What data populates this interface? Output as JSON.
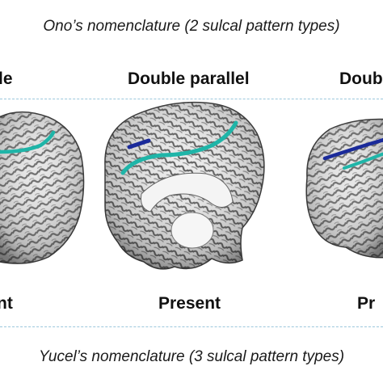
{
  "captions": {
    "top": "Ono’s nomenclature (2 sulcal pattern types)",
    "bottom": "Yucel’s nomenclature (3 sulcal pattern types)"
  },
  "labels": {
    "left_top": "le",
    "center_top": "Double parallel",
    "right_top": "Doub",
    "left_bottom": "nt",
    "center_bottom": "Present",
    "right_bottom": "Pr"
  },
  "colors": {
    "background": "#ffffff",
    "divider": "#9cc7dc",
    "sulcus_teal": "#1fb5a8",
    "sulcus_blue": "#1a2a9a",
    "cortex_light": "#e9e9e9",
    "cortex_dark": "#4a4a4a"
  },
  "panels": [
    {
      "id": "left-brain",
      "sulci": [
        "teal"
      ]
    },
    {
      "id": "center-brain",
      "sulci": [
        "blue",
        "teal"
      ]
    },
    {
      "id": "right-brain",
      "sulci": [
        "blue",
        "teal"
      ]
    }
  ]
}
